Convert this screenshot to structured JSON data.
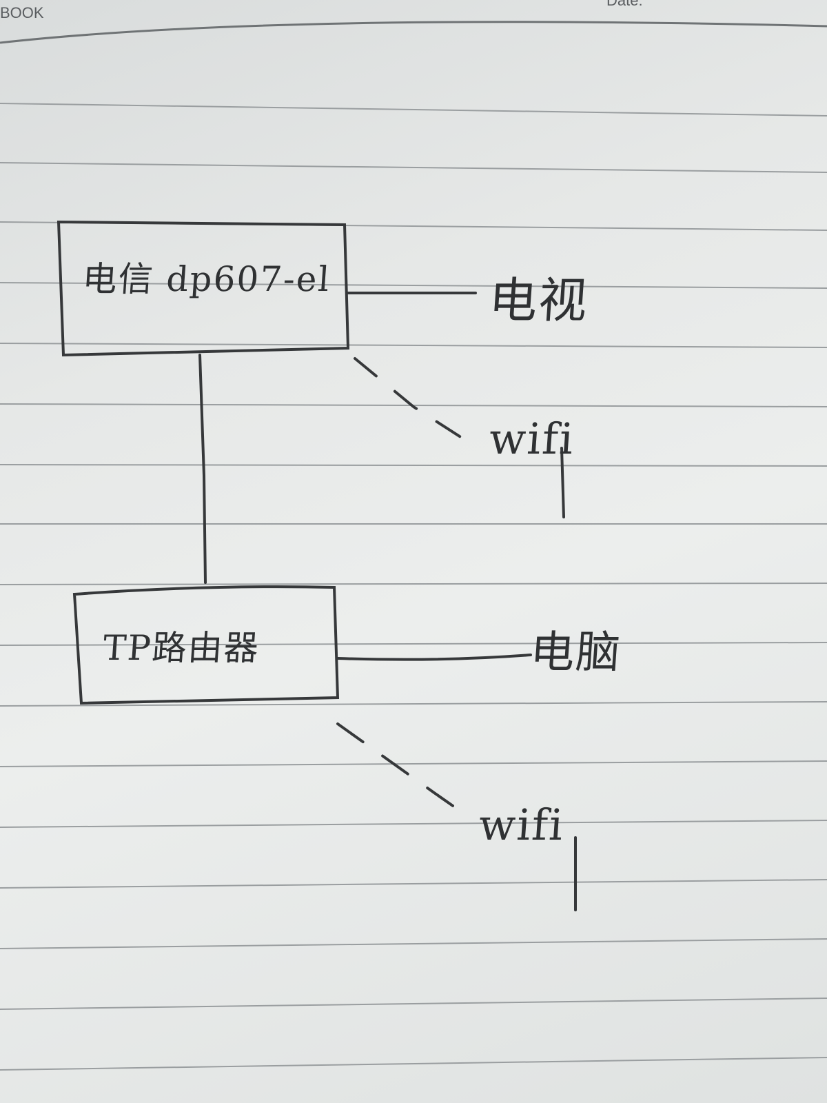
{
  "header": {
    "notebook_label": "BOOK",
    "date_label": "Date:"
  },
  "diagram": {
    "nodes": [
      {
        "id": "modem",
        "label": "电信 dp607-el"
      },
      {
        "id": "router",
        "label": "TP路由器"
      },
      {
        "id": "tv",
        "label": "电视"
      },
      {
        "id": "pc",
        "label": "电脑"
      },
      {
        "id": "wifi1",
        "label": "wifi"
      },
      {
        "id": "wifi2",
        "label": "wifi"
      }
    ],
    "edges": [
      {
        "from": "modem",
        "to": "tv",
        "style": "solid"
      },
      {
        "from": "modem",
        "to": "wifi1",
        "style": "dashed"
      },
      {
        "from": "modem",
        "to": "router",
        "style": "solid"
      },
      {
        "from": "router",
        "to": "pc",
        "style": "solid"
      },
      {
        "from": "router",
        "to": "wifi2",
        "style": "dashed"
      }
    ]
  },
  "colors": {
    "ink": "#2f3133",
    "rule": "#8e9294",
    "paper": "#e6e8e7"
  }
}
